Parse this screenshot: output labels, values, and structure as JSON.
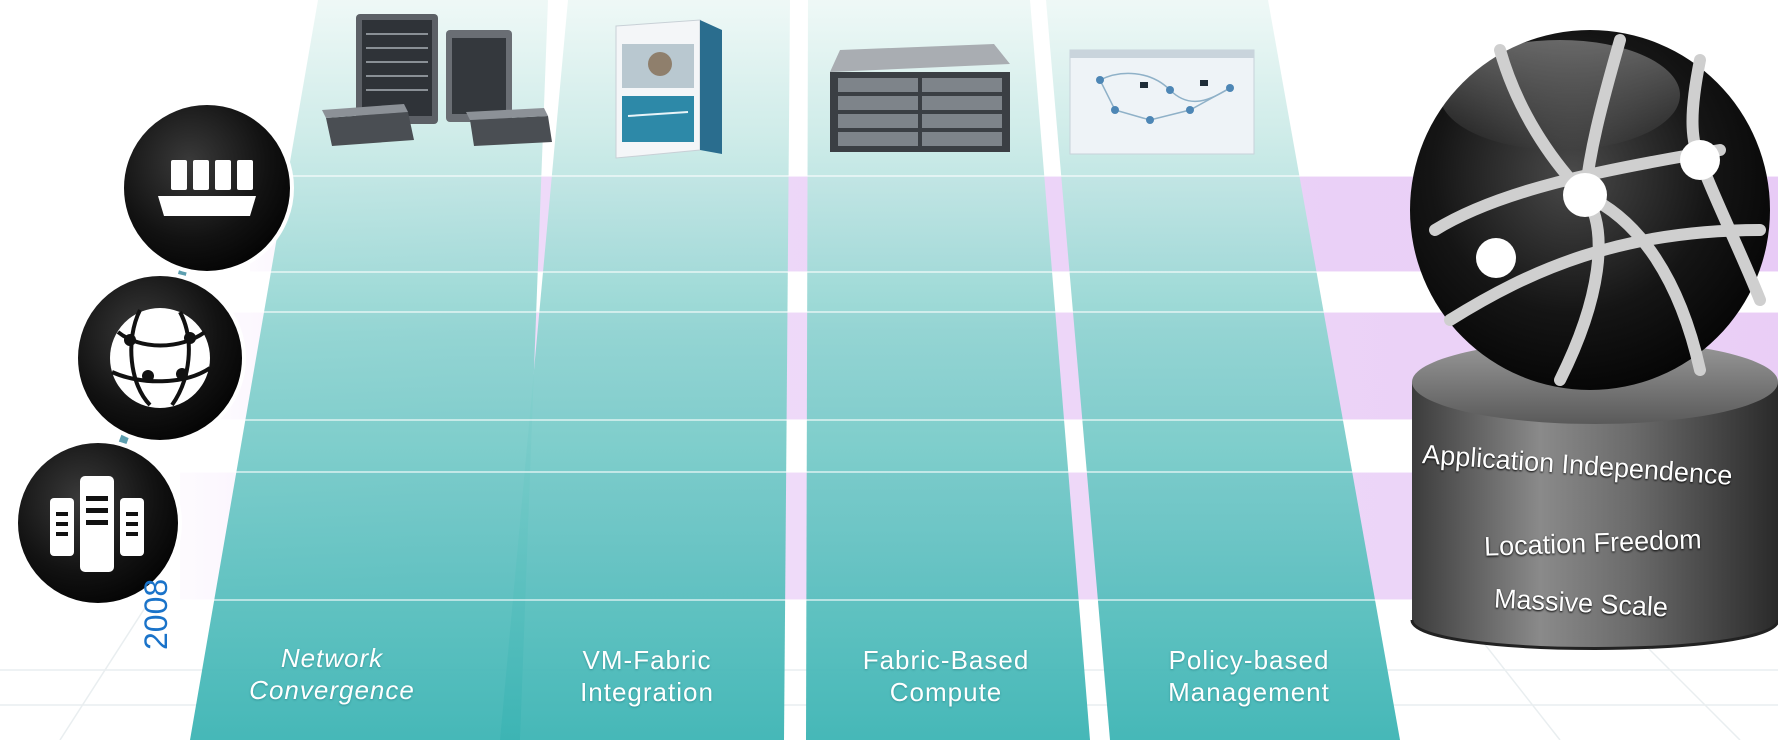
{
  "pillars": [
    {
      "line1": "Network",
      "line2": "Convergence"
    },
    {
      "line1": "VM-Fabric",
      "line2": "Integration"
    },
    {
      "line1": "Fabric-Based",
      "line2": "Compute"
    },
    {
      "line1": "Policy-based",
      "line2": "Management"
    }
  ],
  "year": "2008",
  "cylinder": {
    "line1": "Application Independence",
    "line2": "Location Freedom",
    "line3": "Massive Scale"
  },
  "colors": {
    "pillar_top": "#e6f6f4",
    "pillar_mid": "#7fd0cd",
    "pillar_bottom": "#3fb6b6",
    "band": "#e6c6f4",
    "year": "#1a73c9",
    "node": "#111111"
  },
  "icons": [
    "server-chassis-icon",
    "globe-network-icon",
    "server-cluster-icon",
    "globe-cloud-icon"
  ]
}
